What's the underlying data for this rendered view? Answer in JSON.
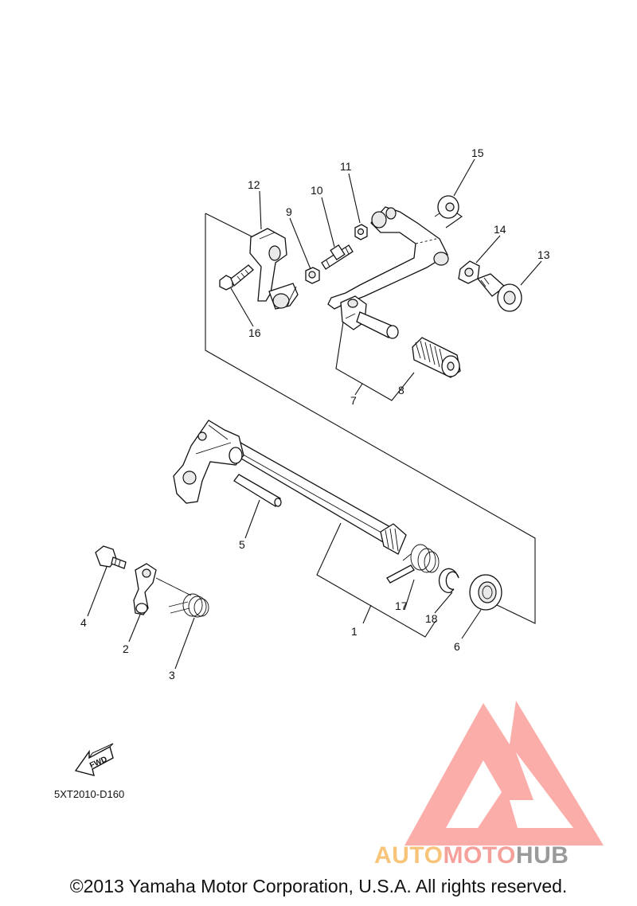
{
  "diagram": {
    "callouts": [
      "1",
      "2",
      "3",
      "4",
      "5",
      "6",
      "7",
      "8",
      "9",
      "10",
      "11",
      "12",
      "13",
      "14",
      "15",
      "16",
      "17",
      "18"
    ],
    "fwd_label": "FWD",
    "drawing_code": "5XT2010-D160"
  },
  "watermark": {
    "brand_parts": [
      "AUTO",
      "MOTO",
      "HUB"
    ],
    "colors": {
      "auto": "#f7c47a",
      "moto": "#f5a09a",
      "hub": "#9a9a9a",
      "logo": "#fbaaa5"
    }
  },
  "footer": {
    "copyright": "©2013 Yamaha Motor Corporation, U.S.A. All rights reserved."
  }
}
